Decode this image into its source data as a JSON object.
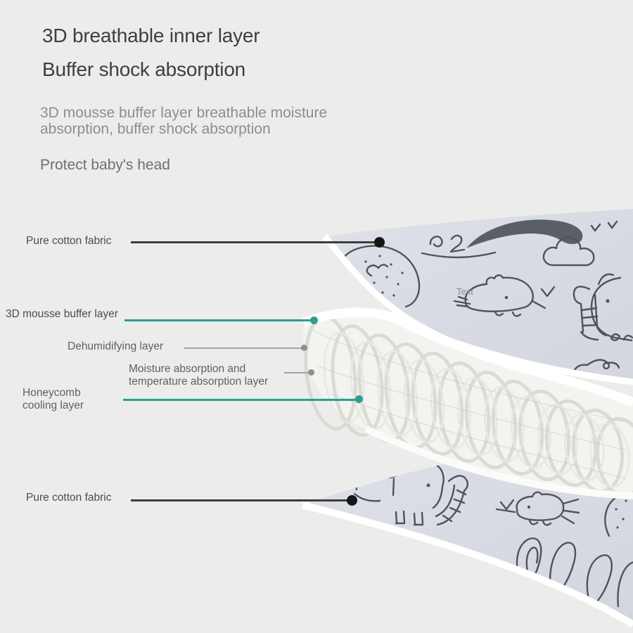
{
  "header": {
    "title_line1": "3D breathable inner layer",
    "title_line2": "Buffer shock absorption",
    "description": "3D mousse buffer layer breathable moisture\nabsorption, buffer shock absorption",
    "tagline": "Protect baby's head"
  },
  "callouts": {
    "pure_cotton_top": {
      "label": "Pure cotton fabric"
    },
    "mousse_buffer": {
      "label": "3D mousse buffer layer"
    },
    "dehumidifying": {
      "label": "Dehumidifying layer"
    },
    "moisture": {
      "label": "Moisture absorption and\ntemperature absorption layer"
    },
    "honeycomb": {
      "label": "Honeycomb\ncooling layer"
    },
    "pure_cotton_bottom": {
      "label": "Pure cotton fabric"
    }
  },
  "fabric": {
    "text_label": "Text"
  },
  "colors": {
    "background": "#ecedeb",
    "accent_teal": "#2a9e90",
    "leader_dark": "#3d3d3d",
    "leader_gray": "#a4a4a4",
    "fabric_fill": "#d7d9e2",
    "doodle_stroke": "#4e535c",
    "mesh_fill": "#f3f3f0"
  }
}
